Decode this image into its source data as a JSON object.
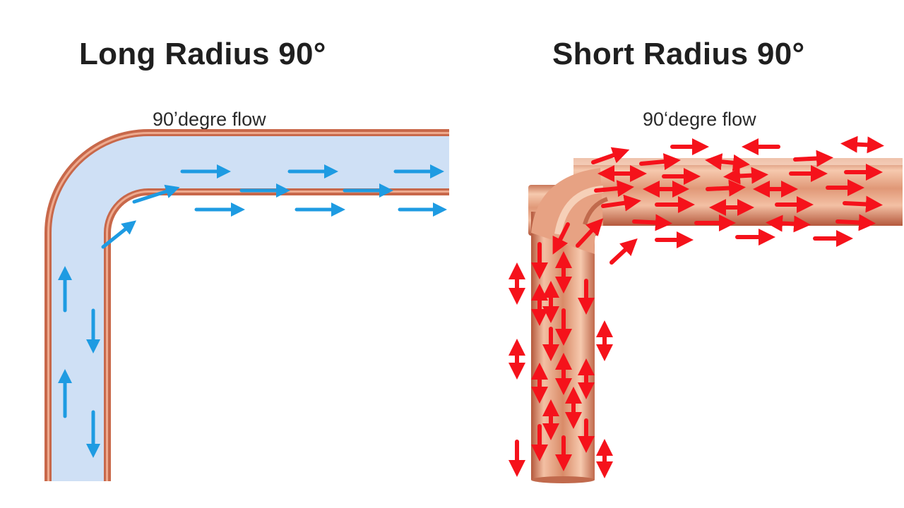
{
  "panels": {
    "left": {
      "title": "Long Radius 90°",
      "subtitle": "90ʼdegre flow"
    },
    "right": {
      "title": "Short Radius 90°",
      "subtitle": "90ʻdegre flow"
    }
  },
  "colors": {
    "copper_light": "#f3c0a4",
    "copper_mid": "#d98b68",
    "copper_dark": "#b4583c",
    "water": "#cfe0f5",
    "flow_arrow_blue": "#1e9be2",
    "flow_arrow_red": "#f5121b"
  }
}
